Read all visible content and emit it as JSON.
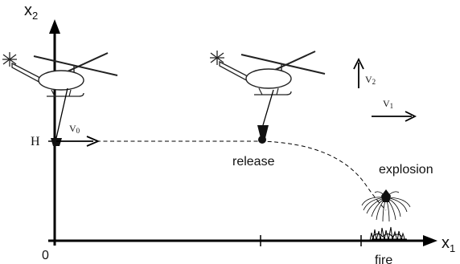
{
  "axes": {
    "y_label_base": "x",
    "y_label_sub": "2",
    "x_label_base": "x",
    "x_label_sub": "1",
    "origin_label": "0",
    "h_label": "H"
  },
  "vectors": {
    "v0_base": "V",
    "v0_sub": "0",
    "v1_base": "V",
    "v1_sub": "1",
    "v2_base": "V",
    "v2_sub": "2"
  },
  "labels": {
    "release": "release",
    "explosion": "explosion",
    "fire": "fire"
  },
  "icons": [
    "helicopter-icon",
    "bucket-icon",
    "explosion-icon",
    "fire-icon"
  ]
}
